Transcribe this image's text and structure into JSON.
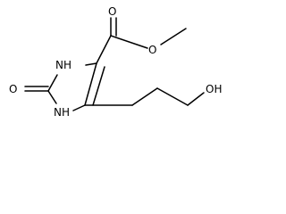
{
  "molecule": {
    "atoms": {
      "nh_top": "NH",
      "nh_bottom": "NH",
      "o_ring": "O",
      "o_carbonyl": "O",
      "o_ester": "O",
      "oh": "OH"
    }
  },
  "colors": {
    "bond": "#000000",
    "background": "#ffffff"
  }
}
